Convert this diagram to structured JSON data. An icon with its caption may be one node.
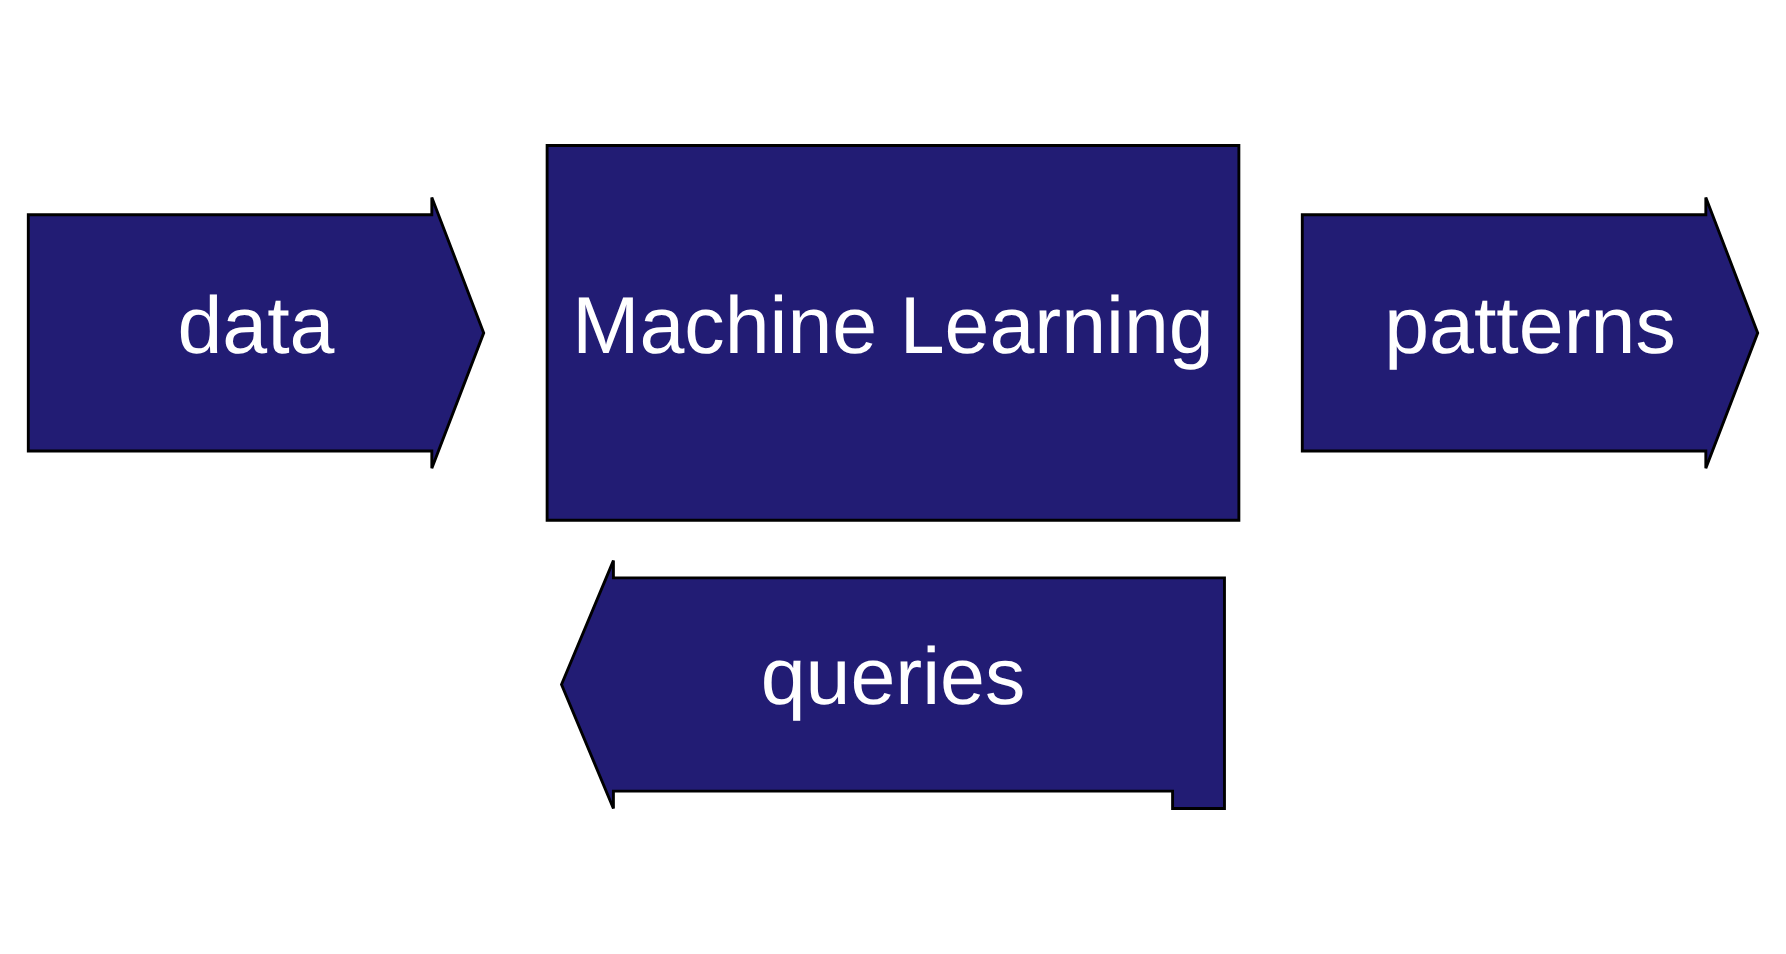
{
  "diagram": {
    "nodes": [
      {
        "text": [
          "data"
        ]
      },
      {
        "text": [
          "Machine Learning"
        ]
      },
      {
        "text": [
          "patterns"
        ]
      },
      {
        "text": [
          "queries"
        ]
      }
    ]
  }
}
